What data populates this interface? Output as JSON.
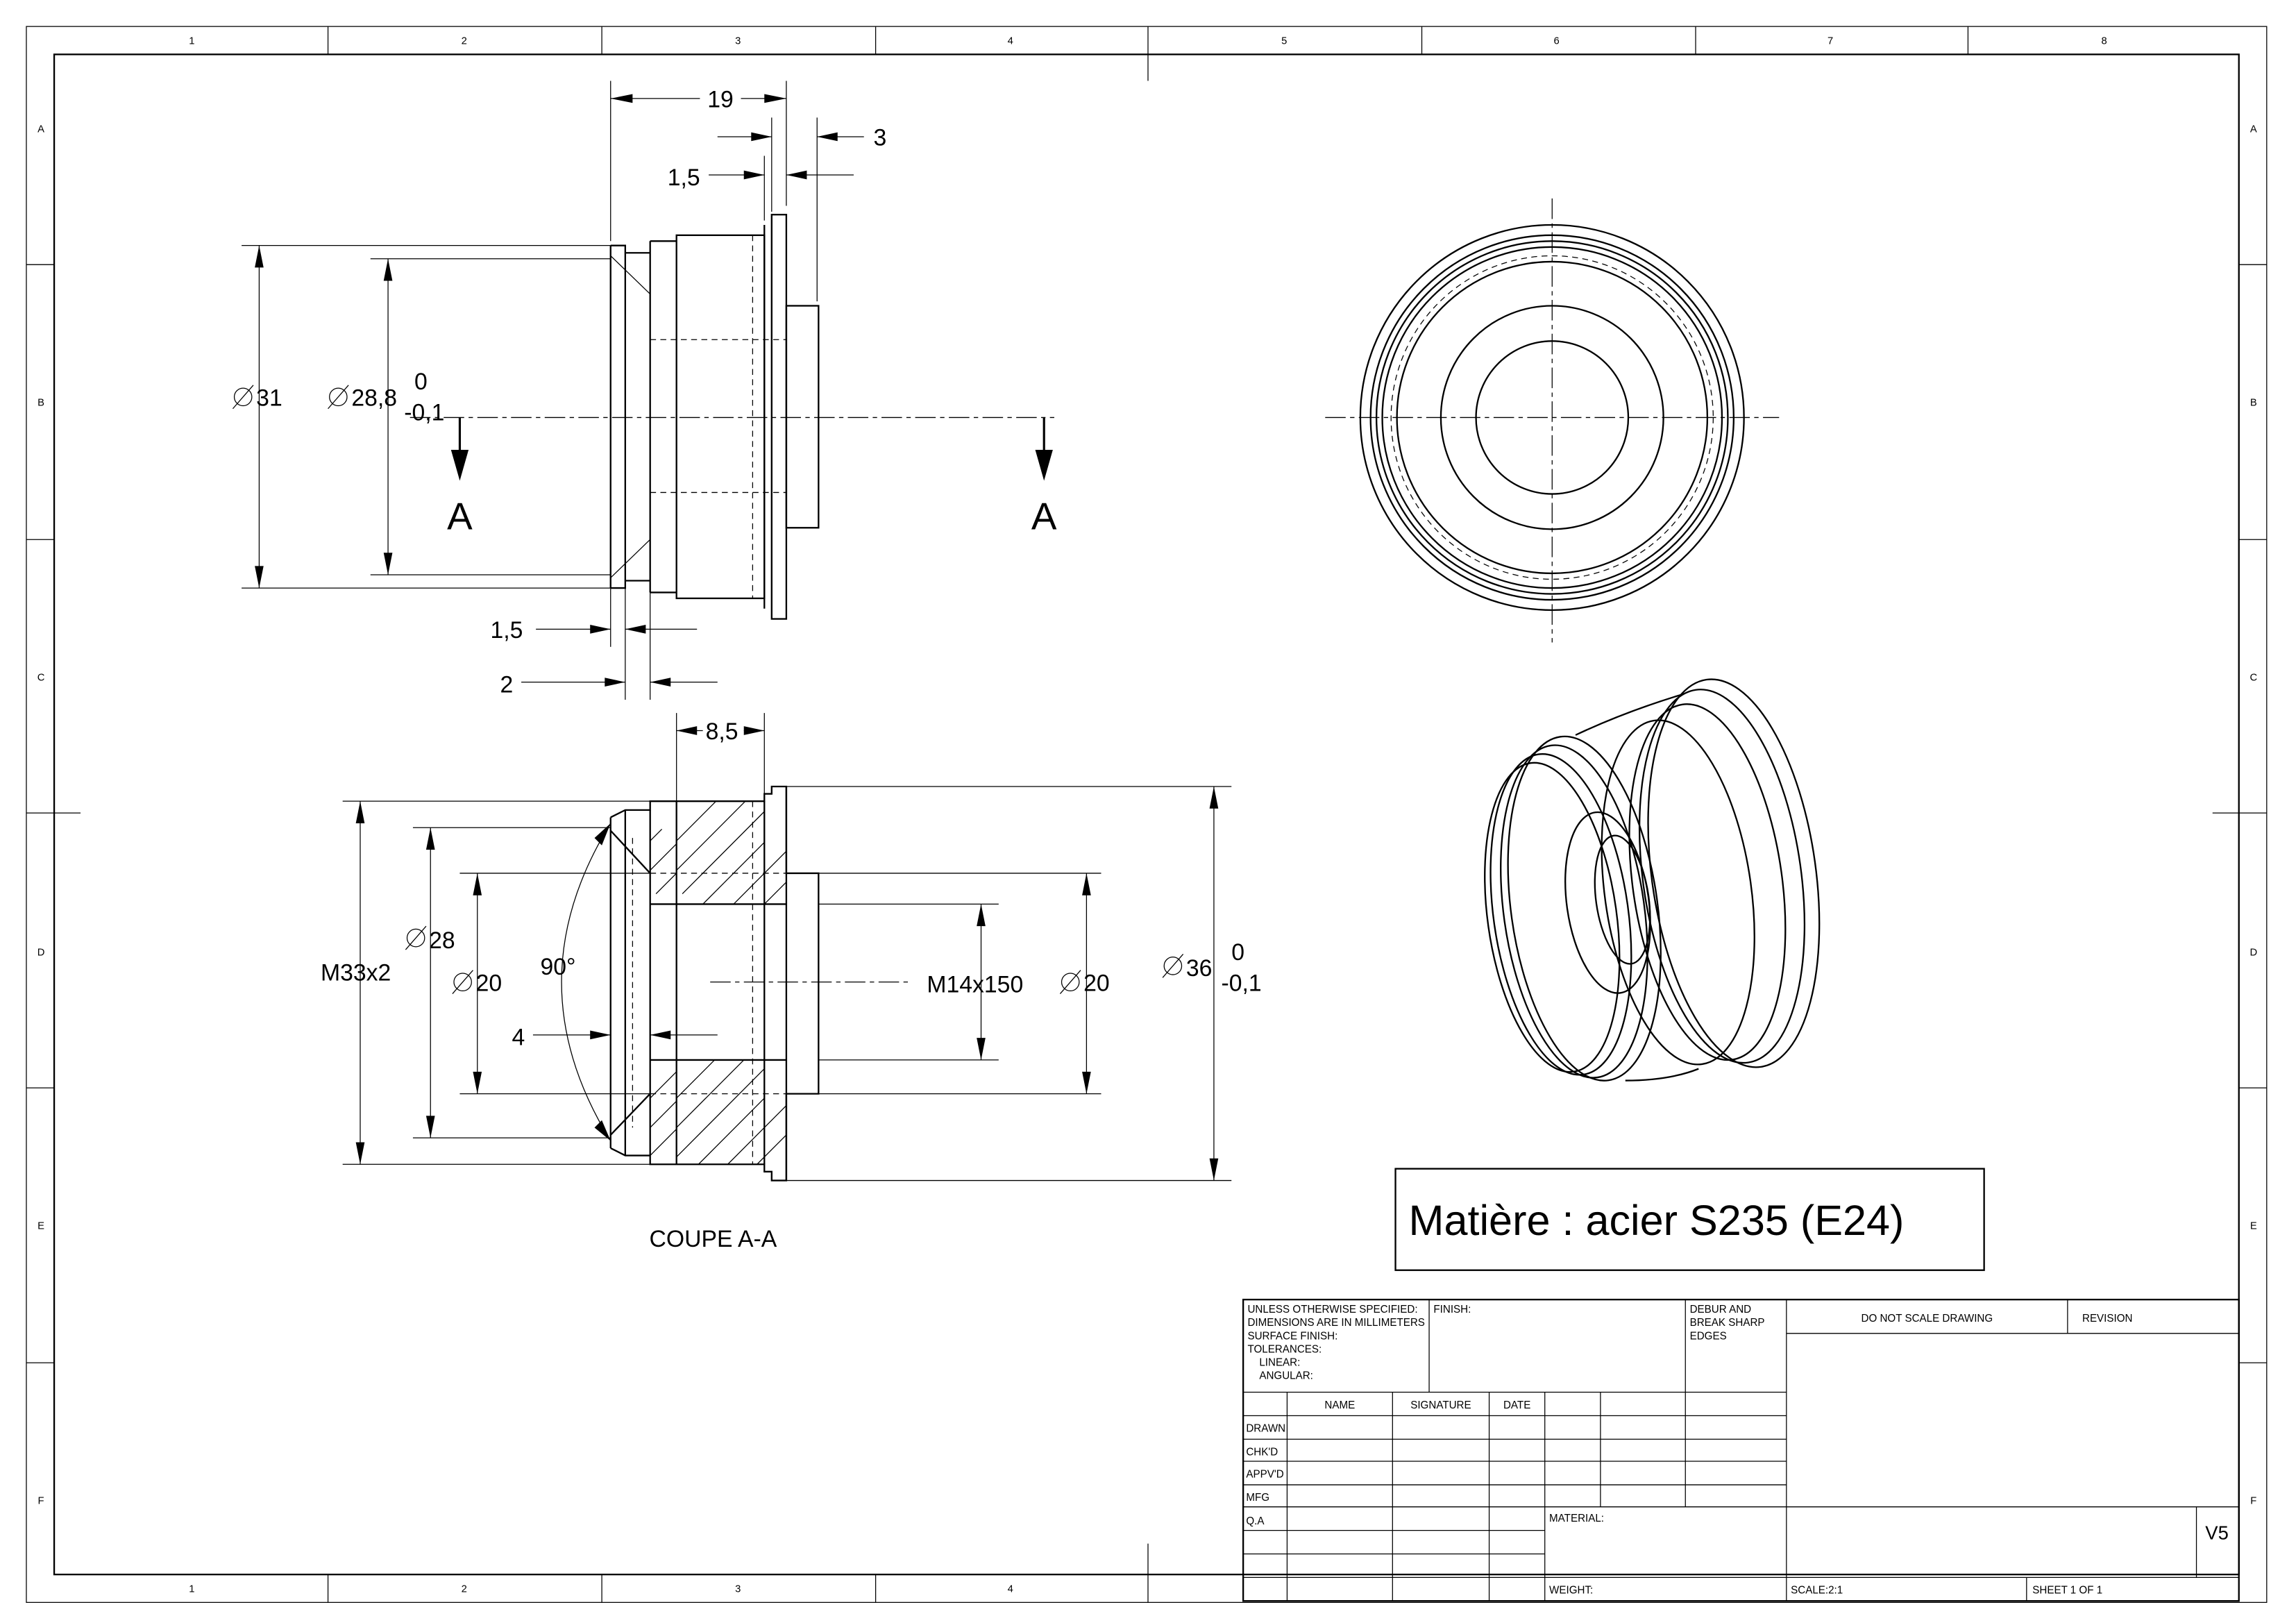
{
  "grid": {
    "columns": [
      "1",
      "2",
      "3",
      "4",
      "5",
      "6",
      "7",
      "8"
    ],
    "rows": [
      "A",
      "B",
      "C",
      "D",
      "E",
      "F"
    ]
  },
  "top_view": {
    "dims": {
      "length_19": "19",
      "flange_3": "3",
      "step_1_5": "1,5",
      "dia_31": "31",
      "dia_28_8": "28,8",
      "tol_upper": "0",
      "tol_lower": "-0,1",
      "groove_1_5": "1,5",
      "groove_2": "2"
    },
    "section_marks": [
      "A",
      "A"
    ]
  },
  "section_view": {
    "dims": {
      "depth_8_5": "8,5",
      "thread_m33": "M33x2",
      "dia_28": "28",
      "dia_20_left": "20",
      "angle_90": "90°",
      "chamfer_4": "4",
      "thread_m14": "M14x150",
      "dia_20_right": "20",
      "dia_36": "36",
      "tol_upper": "0",
      "tol_lower": "-0,1"
    },
    "caption": "COUPE A-A"
  },
  "material_note": "Matière : acier S235 (E24)",
  "title_block": {
    "general_notes": [
      "UNLESS OTHERWISE SPECIFIED:",
      "DIMENSIONS ARE IN MILLIMETERS",
      "SURFACE FINISH:",
      "TOLERANCES:",
      "LINEAR:",
      "ANGULAR:"
    ],
    "finish": "FINISH:",
    "debur": [
      "DEBUR AND",
      "BREAK SHARP",
      "EDGES"
    ],
    "do_not_scale": "DO NOT SCALE DRAWING",
    "revision": "REVISION",
    "headers": {
      "name": "NAME",
      "signature": "SIGNATURE",
      "date": "DATE"
    },
    "rows": [
      "DRAWN",
      "CHK'D",
      "APPV'D",
      "MFG",
      "Q.A"
    ],
    "material": "MATERIAL:",
    "weight": "WEIGHT:",
    "scale": "SCALE:2:1",
    "sheet": "SHEET 1 OF 1",
    "rev_value": "V5"
  }
}
